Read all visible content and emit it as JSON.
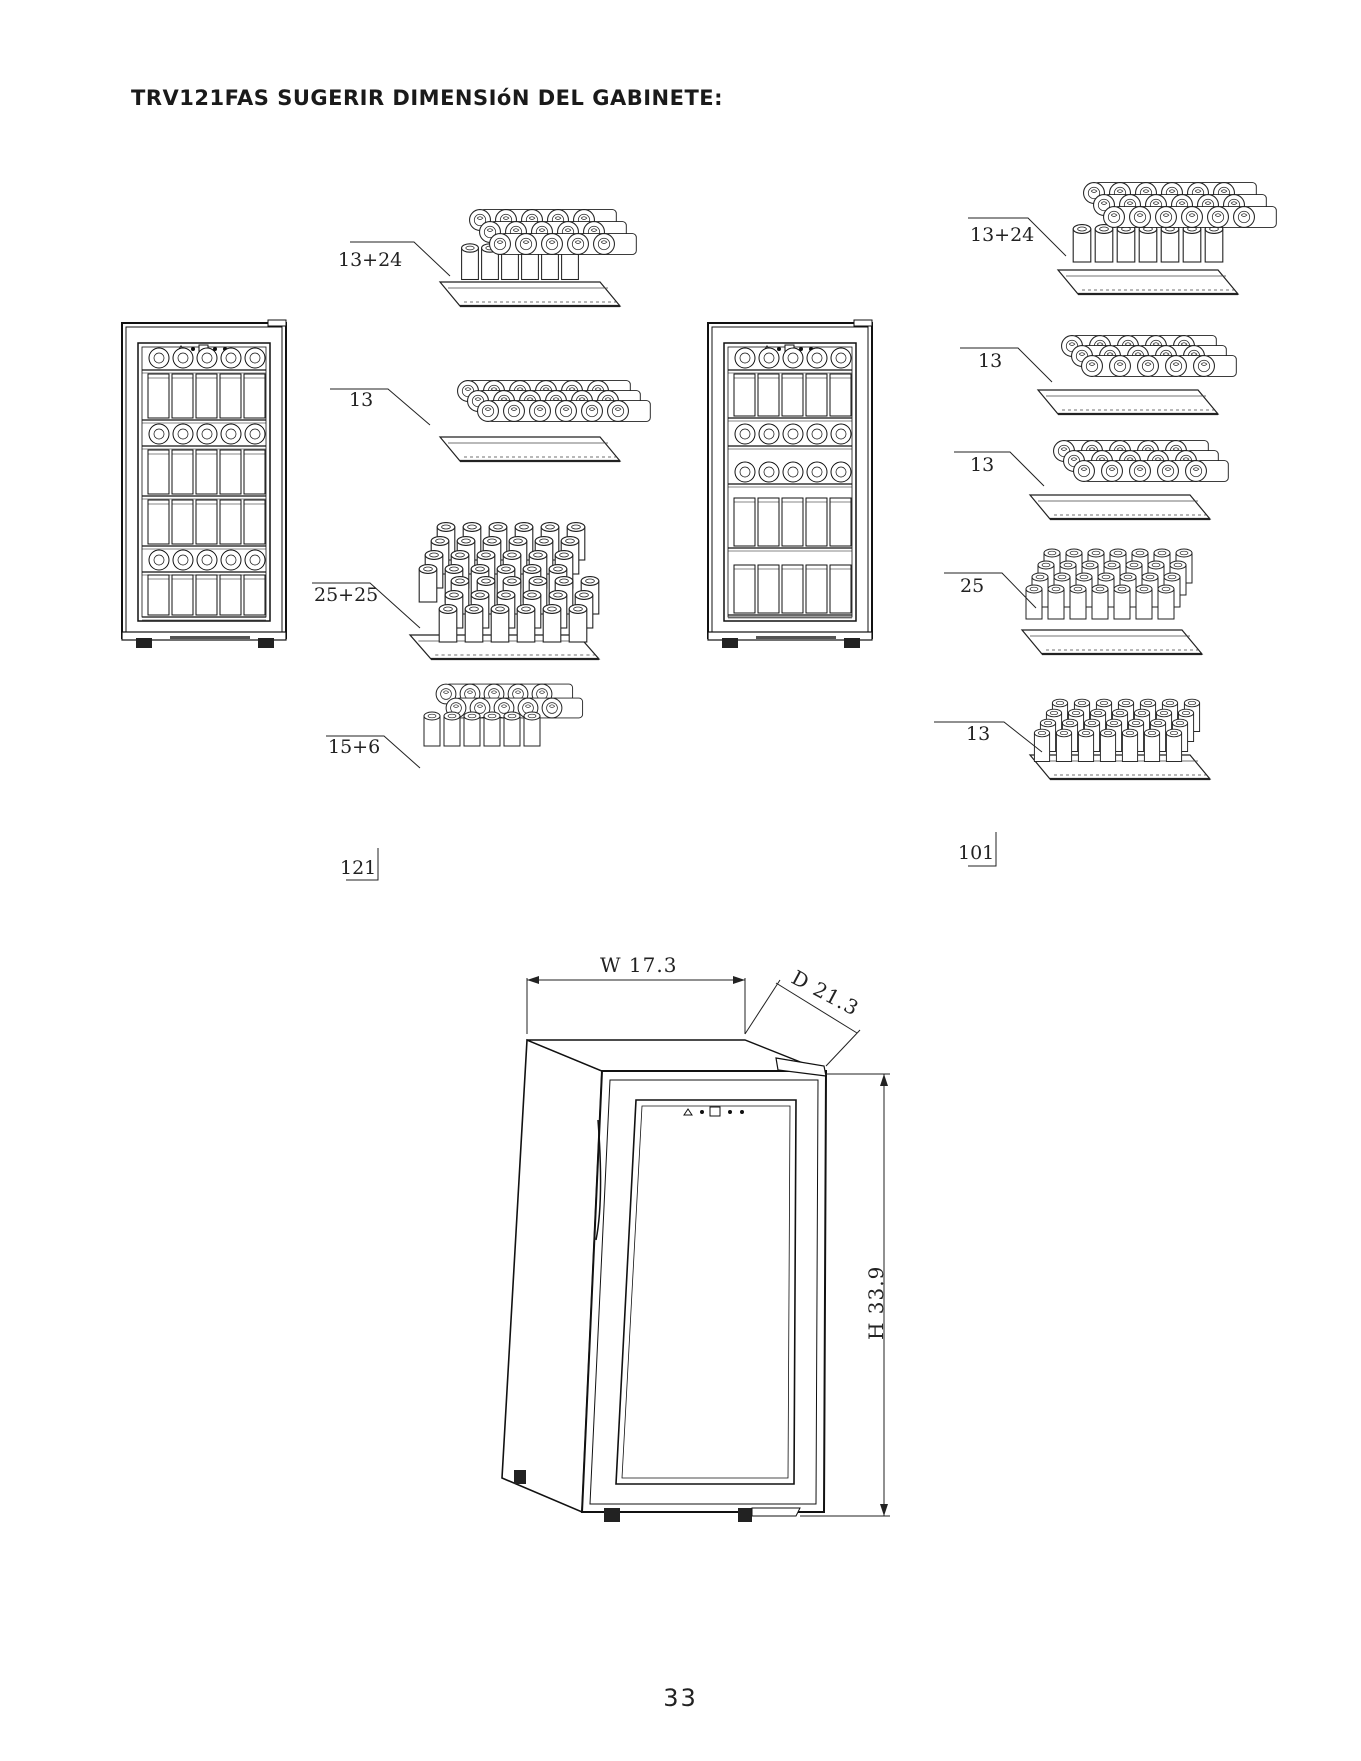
{
  "title": "TRV121FAS SUGERIR DIMENSIóN DEL GABINETE:",
  "configurations": [
    {
      "total": "121",
      "shelves": [
        "13+24",
        "13",
        "25+25",
        "15+6"
      ]
    },
    {
      "total": "101",
      "shelves": [
        "13+24",
        "13",
        "13",
        "25",
        "13"
      ]
    }
  ],
  "dimensions": {
    "width": "W 17.3",
    "depth": "D 21.3",
    "height": "H 33.9"
  },
  "page_number": "33"
}
